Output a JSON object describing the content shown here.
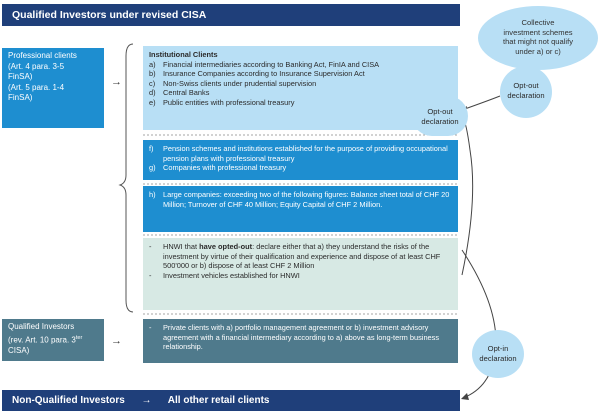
{
  "title": "Qualified Investors under revised CISA",
  "professional_clients": {
    "lines": [
      "Professional clients",
      "(Art. 4 para. 3-5",
      "FinSA)",
      "(Art. 5 para. 1-4",
      "FinSA)"
    ]
  },
  "qualified_investors": {
    "lines": [
      "Qualified Investors",
      "(rev. Art. 10 para. 3",
      "CISA)"
    ],
    "superscript": "ter"
  },
  "arrow_glyph": "→",
  "institutional": {
    "title": "Institutional Clients",
    "items": [
      {
        "marker": "a)",
        "text": "Financial intermediaries according to Banking Act, FinIA and CISA"
      },
      {
        "marker": "b)",
        "text": "Insurance Companies according to Insurance Supervision Act"
      },
      {
        "marker": "c)",
        "text": "Non-Swiss clients under prudential supervision"
      },
      {
        "marker": "d)",
        "text": "Central Banks"
      },
      {
        "marker": "e)",
        "text": "Public entities with professional treasury"
      }
    ]
  },
  "pension": {
    "items": [
      {
        "marker": "f)",
        "text": "Pension schemes and institutions established for the purpose of providing occupational pension plans with professional treasury"
      },
      {
        "marker": "g)",
        "text": "Companies with professional treasury"
      }
    ]
  },
  "large": {
    "marker": "h)",
    "text": "Large companies: exceeding two of the following figures: Balance sheet total of CHF 20 Million; Turnover of CHF 40 Million; Equity Capital of CHF 2 Million."
  },
  "hnwi": {
    "items": [
      {
        "marker": "-",
        "before": "HNWI that ",
        "bold": "have opted-out",
        "after": ": declare either that a) they understand the risks of the investment by virtue of their qualification and experience and dispose of at least CHF 500'000 or b) dispose of at least CHF 2 Million"
      },
      {
        "marker": "-",
        "before": "Investment vehicles established for HNWI",
        "bold": "",
        "after": ""
      }
    ]
  },
  "private": {
    "marker": "-",
    "text": "Private clients with a) portfolio management agreement or b) investment advisory agreement with  a financial intermediary according to a) above as long-term business relationship."
  },
  "collective": {
    "lines": [
      "Collective",
      "investment schemes",
      "that might not qualify",
      "under a) or c)"
    ]
  },
  "opt_out_small": {
    "lines": [
      "Opt-out",
      "declaration"
    ]
  },
  "opt_out_big": {
    "lines": [
      "Opt-out",
      "declaration"
    ]
  },
  "opt_in": {
    "lines": [
      "Opt-in",
      "declaration"
    ]
  },
  "bottom": {
    "left": "Non-Qualified Investors",
    "arrow": "→",
    "right": "All other retail clients"
  }
}
